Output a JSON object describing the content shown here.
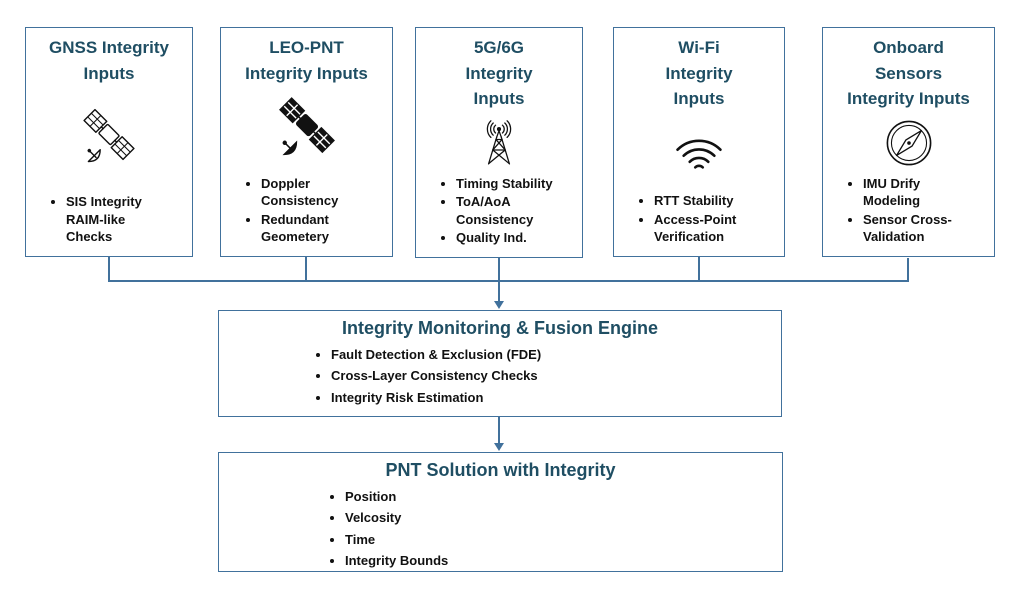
{
  "diagram": {
    "colors": {
      "border": "#41719C",
      "title_text": "#1F4E63",
      "bullet_text": "#111111"
    },
    "input_boxes": [
      {
        "title": "GNSS Integrity Inputs",
        "title_lines": [
          "GNSS Integrity",
          "Inputs"
        ],
        "icon": "gnss-satellite-icon",
        "bullets": [
          "SIS Integrity RAIM-like Checks"
        ]
      },
      {
        "title": "LEO-PNT Integrity Inputs",
        "title_lines": [
          "LEO-PNT",
          "Integrity Inputs"
        ],
        "icon": "leo-satellite-icon",
        "bullets": [
          "Doppler Consistency",
          "Redundant Geometery"
        ]
      },
      {
        "title": "5G/6G Integrity Inputs",
        "title_lines": [
          "5G/6G",
          "Integrity",
          "Inputs"
        ],
        "icon": "cell-tower-icon",
        "bullets": [
          "Timing Stability",
          "ToA/AoA Consistency",
          "Quality Ind."
        ]
      },
      {
        "title": "Wi-Fi Integrity Inputs",
        "title_lines": [
          "Wi-Fi",
          "Integrity",
          "Inputs"
        ],
        "icon": "wifi-icon",
        "bullets": [
          "RTT Stability",
          "Access-Point Verification"
        ]
      },
      {
        "title": "Onboard Sensors Integrity Inputs",
        "title_lines": [
          "Onboard",
          "Sensors",
          "Integrity Inputs"
        ],
        "icon": "compass-icon",
        "bullets": [
          "IMU Drify Modeling",
          "Sensor Cross-Validation"
        ]
      }
    ],
    "fusion_box": {
      "title": "Integrity Monitoring & Fusion Engine",
      "bullets": [
        "Fault Detection & Exclusion (FDE)",
        "Cross-Layer Consistency Checks",
        "Integrity Risk Estimation"
      ]
    },
    "output_box": {
      "title": "PNT Solution with Integrity",
      "bullets": [
        "Position",
        "Velcosity",
        "Time",
        "Integrity Bounds"
      ]
    }
  }
}
